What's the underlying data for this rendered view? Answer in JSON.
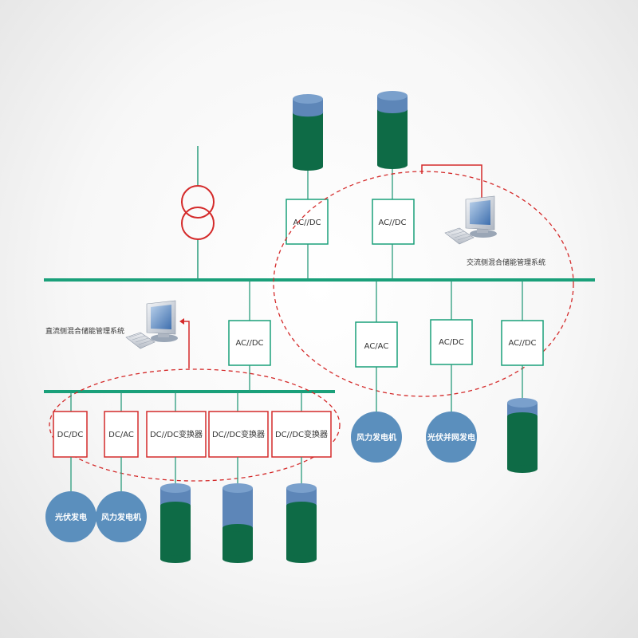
{
  "colors": {
    "bus": "#1aa07a",
    "thin_line": "#2a9c7c",
    "green_box_border": "#1aa07a",
    "red_box_border": "#d42a2a",
    "transformer": "#d42a2a",
    "dashed_ellipse": "#d42a2a",
    "signal_line": "#d42a2a",
    "circle_fill": "#5b8fbd",
    "cylinder_body": "#0e6b46",
    "cylinder_top": "#5d86b8"
  },
  "labels": {
    "ac_system": "交流侧混合储能管理系统",
    "dc_system": "直流侧混合储能管理系统",
    "acdc_top_left": "AC//DC",
    "acdc_top_right": "AC//DC",
    "acdc_mid": "AC//DC",
    "acac": "AC/AC",
    "acdc_right1": "AC/DC",
    "acdc_right2": "AC//DC",
    "dcdc": "DC/DC",
    "dcac": "DC/AC",
    "dcdc_conv1": "DC//DC变换器",
    "dcdc_conv2": "DC//DC变换器",
    "dcdc_conv3": "DC//DC变换器",
    "wind_right": "风力发电机",
    "pv_grid": "光伏并网发电",
    "pv_left": "光伏发电",
    "wind_left": "风力发电机"
  },
  "icons": {
    "transformer": "transformer-icon",
    "computer": "computer-terminal-icon",
    "battery": "battery-storage-icon"
  }
}
